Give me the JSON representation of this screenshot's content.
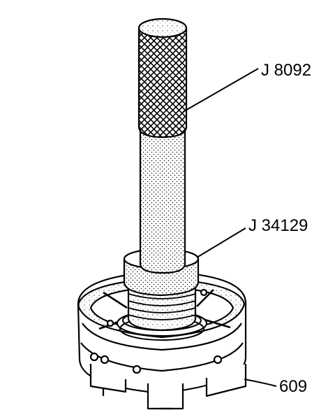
{
  "callouts": [
    {
      "id": "handle",
      "label": "J 8092"
    },
    {
      "id": "installer",
      "label": "J 34129"
    },
    {
      "id": "housing",
      "label": "609"
    }
  ]
}
